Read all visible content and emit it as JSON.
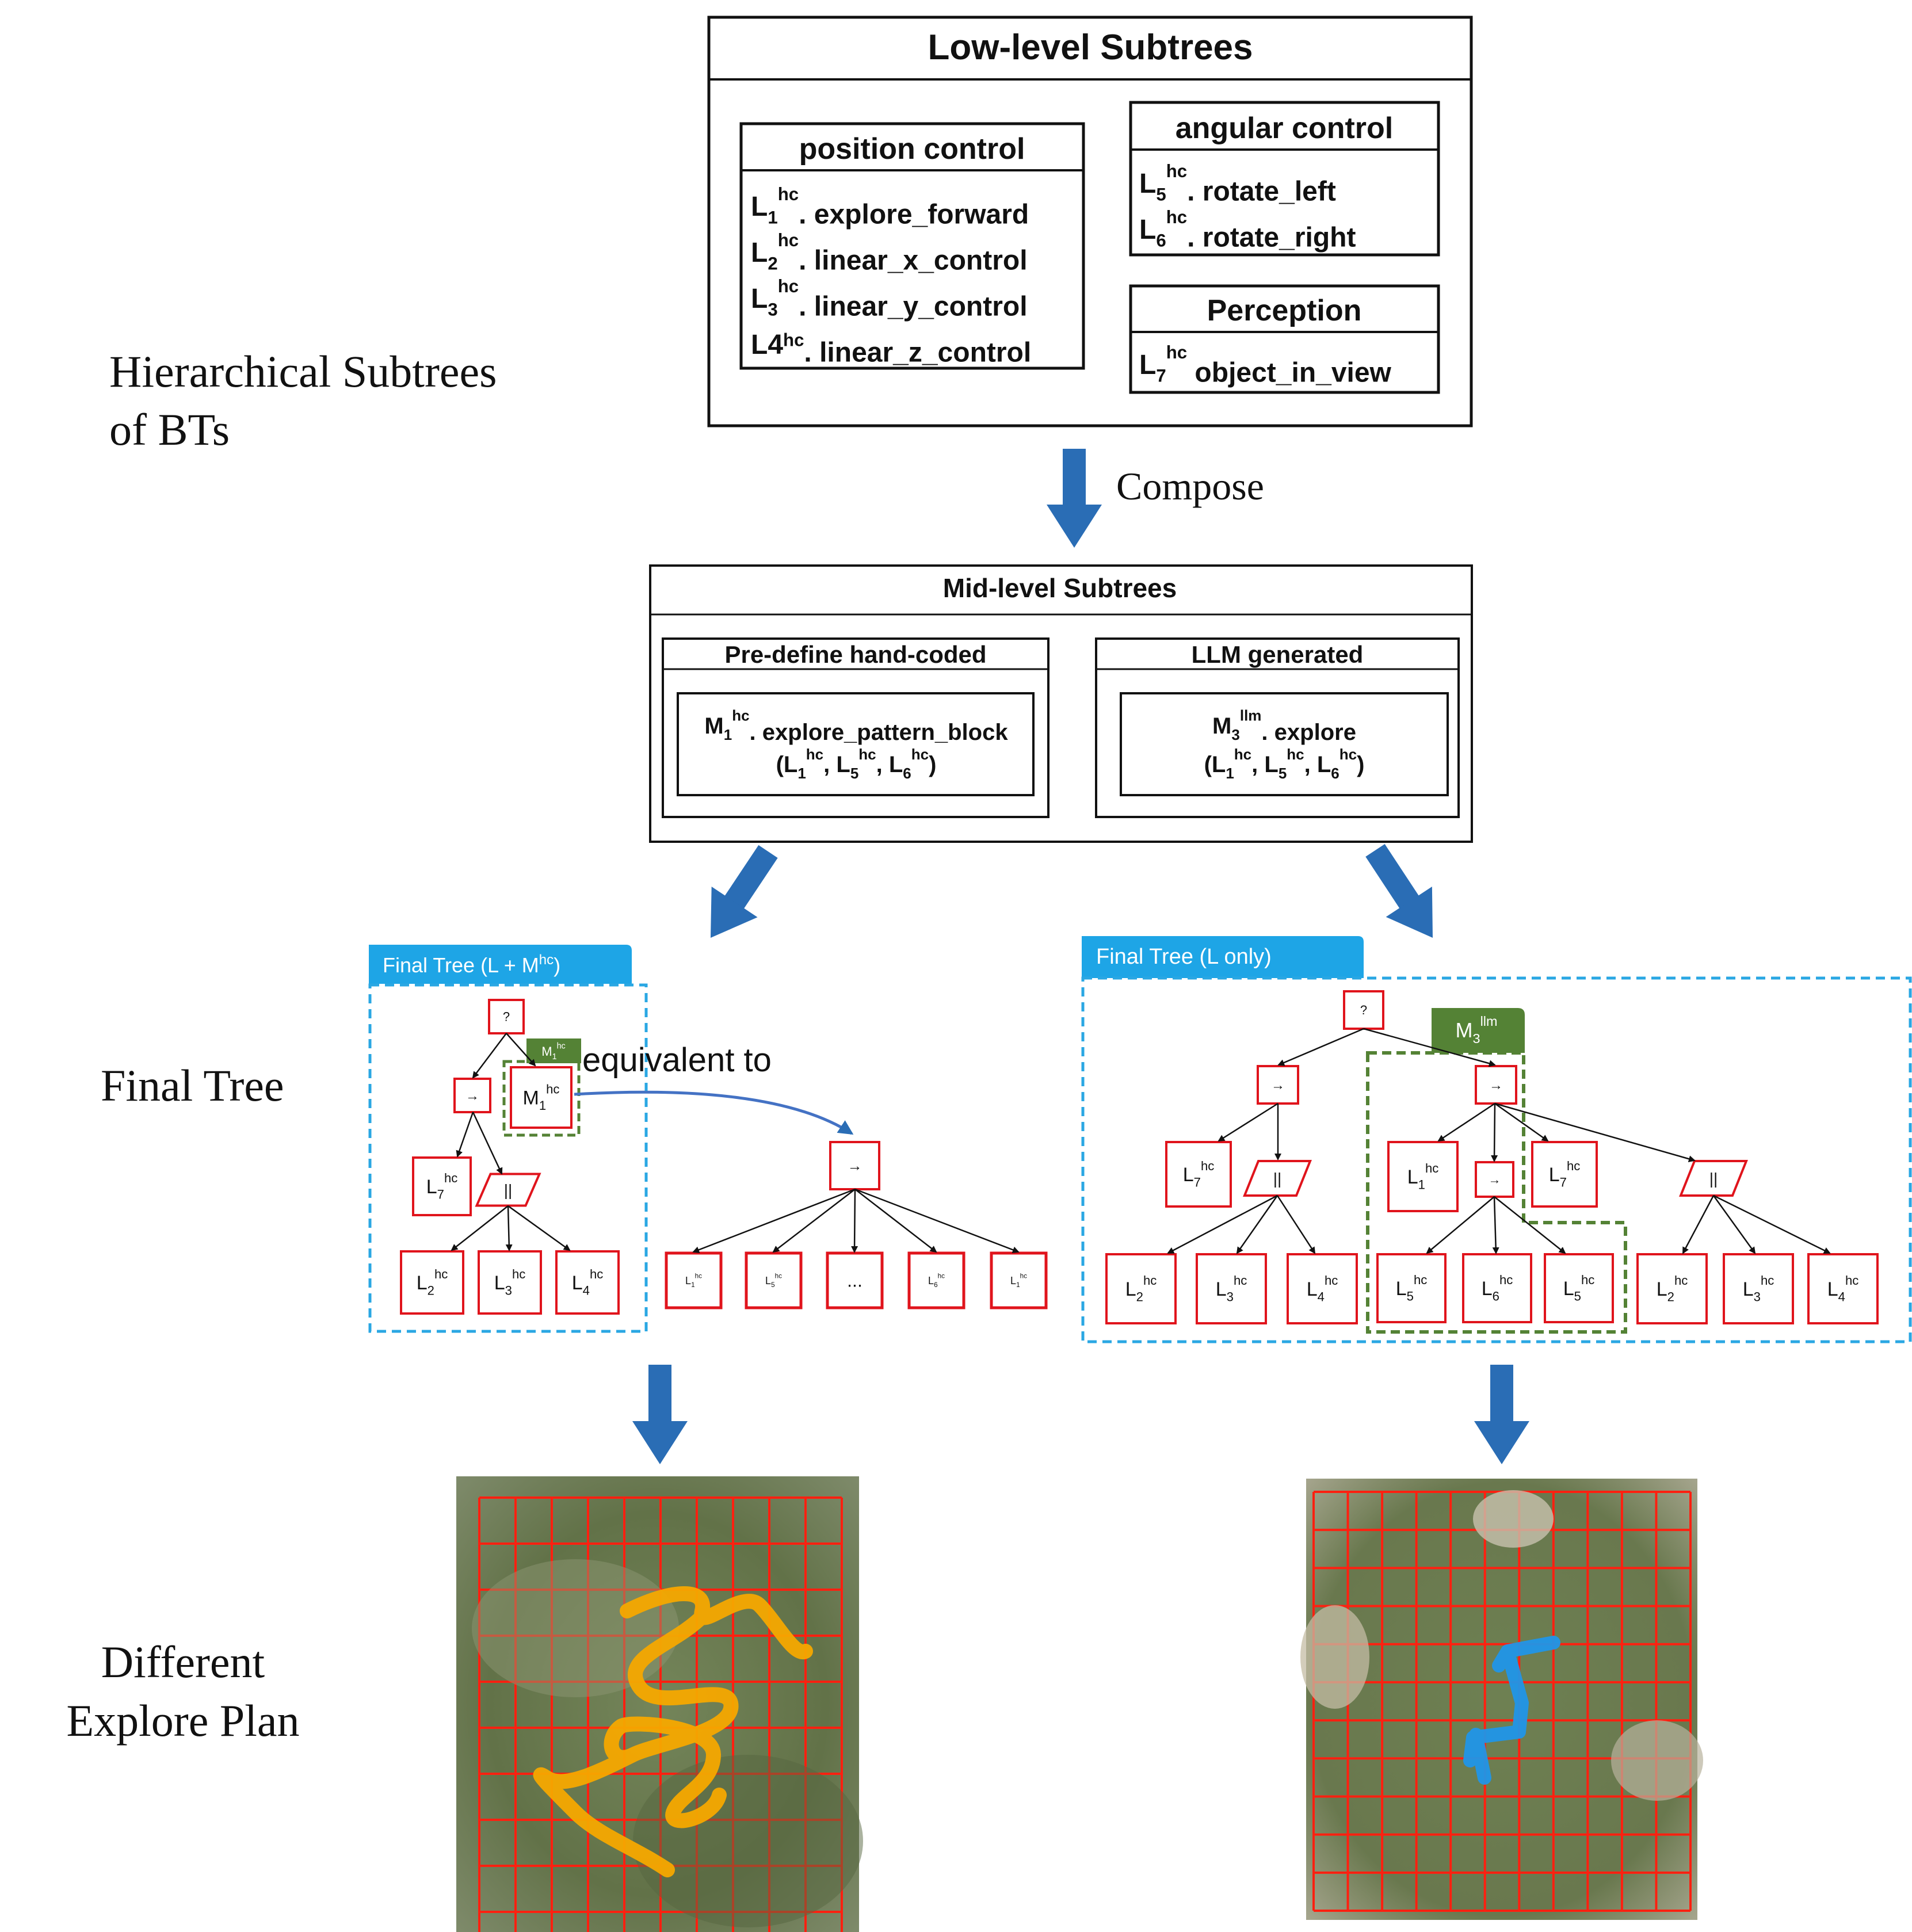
{
  "side_labels": {
    "hierarchical": [
      "Hierarchical Subtrees",
      "of BTs"
    ],
    "final_tree": "Final Tree",
    "explore_plan": [
      "Different",
      "Explore Plan"
    ]
  },
  "compose_label": "Compose",
  "low_level": {
    "title": "Low-level Subtrees",
    "position": {
      "title": "position control",
      "items": [
        {
          "base": "L",
          "sub": "1",
          "sup": "hc",
          "rest": ". explore_forward"
        },
        {
          "base": "L",
          "sub": "2",
          "sup": "hc",
          "rest": ". linear_x_control"
        },
        {
          "base": "L",
          "sub": "3",
          "sup": "hc",
          "rest": ". linear_y_control"
        },
        {
          "base": "L4",
          "sub": "",
          "sup": "hc",
          "rest": ". linear_z_control"
        }
      ]
    },
    "angular": {
      "title": "angular control",
      "items": [
        {
          "base": "L",
          "sub": "5",
          "sup": "hc",
          "rest": ". rotate_left"
        },
        {
          "base": "L",
          "sub": "6",
          "sup": "hc",
          "rest": ". rotate_right"
        }
      ]
    },
    "perception": {
      "title": "Perception",
      "items": [
        {
          "base": "L",
          "sub": "7",
          "sup": "hc",
          "rest": " object_in_view"
        }
      ]
    }
  },
  "mid_level": {
    "title": "Mid-level Subtrees",
    "handcoded": {
      "title": "Pre-define hand-coded",
      "line1": {
        "base": "M",
        "sub": "1",
        "sup": "hc",
        "rest": ". explore_pattern_block"
      },
      "args": [
        {
          "base": "L",
          "sub": "1",
          "sup": "hc"
        },
        {
          "base": "L",
          "sub": "5",
          "sup": "hc"
        },
        {
          "base": "L",
          "sub": "6",
          "sup": "hc"
        }
      ]
    },
    "llm": {
      "title": "LLM generated",
      "line1": {
        "base": "M",
        "sub": "3",
        "sup": "llm",
        "rest": ". explore"
      },
      "args": [
        {
          "base": "L",
          "sub": "1",
          "sup": "hc"
        },
        {
          "base": "L",
          "sub": "5",
          "sup": "hc"
        },
        {
          "base": "L",
          "sub": "6",
          "sup": "hc"
        }
      ]
    }
  },
  "final_left": {
    "tab": {
      "text": "Final Tree (L + M",
      "sup": "hc",
      "close": ")"
    },
    "equivalent_label": "equivalent to",
    "node_selector": "?",
    "node_sequence": "→",
    "node_parallel": "||",
    "m_badge": {
      "base": "M",
      "sub": "1",
      "sup": "hc"
    },
    "m_node": {
      "base": "M",
      "sub": "1",
      "sup": "hc"
    },
    "l7": {
      "base": "L",
      "sub": "7",
      "sup": "hc"
    },
    "children": [
      {
        "base": "L",
        "sub": "2",
        "sup": "hc"
      },
      {
        "base": "L",
        "sub": "3",
        "sup": "hc"
      },
      {
        "base": "L",
        "sub": "4",
        "sup": "hc"
      }
    ],
    "expanded_root": "→",
    "expanded_children": [
      {
        "base": "L",
        "sub": "1",
        "sup": "hc"
      },
      {
        "base": "L",
        "sub": "5",
        "sup": "hc"
      },
      {
        "base": "",
        "sub": "",
        "sup": "",
        "rest": "..."
      },
      {
        "base": "L",
        "sub": "6",
        "sup": "hc"
      },
      {
        "base": "L",
        "sub": "1",
        "sup": "hc"
      }
    ]
  },
  "final_right": {
    "tab": "Final Tree (L only)",
    "m_badge": {
      "base": "M",
      "sub": "3",
      "sup": "llm"
    },
    "node_selector": "?",
    "node_sequence": "→",
    "node_parallel": "||",
    "left_l7": {
      "base": "L",
      "sub": "7",
      "sup": "hc"
    },
    "left_children": [
      {
        "base": "L",
        "sub": "2",
        "sup": "hc"
      },
      {
        "base": "L",
        "sub": "3",
        "sup": "hc"
      },
      {
        "base": "L",
        "sub": "4",
        "sup": "hc"
      }
    ],
    "mid_l1": {
      "base": "L",
      "sub": "1",
      "sup": "hc"
    },
    "mid_l7": {
      "base": "L",
      "sub": "7",
      "sup": "hc"
    },
    "mid_children": [
      {
        "base": "L",
        "sub": "5",
        "sup": "hc"
      },
      {
        "base": "L",
        "sub": "6",
        "sup": "hc"
      },
      {
        "base": "L",
        "sub": "5",
        "sup": "hc"
      }
    ],
    "right_children": [
      {
        "base": "L",
        "sub": "2",
        "sup": "hc"
      },
      {
        "base": "L",
        "sub": "3",
        "sup": "hc"
      },
      {
        "base": "L",
        "sub": "4",
        "sup": "hc"
      }
    ]
  },
  "colors": {
    "arrow_blue": "#2a6db5",
    "tab_blue": "#1ea5e6",
    "dash_blue": "#2aa7e3",
    "node_red": "#e0141c",
    "badge_green": "#548235",
    "dash_green": "#548235",
    "path_orange": "#f5a800",
    "path_blue": "#2196e8",
    "grid_red": "#ff2010"
  }
}
